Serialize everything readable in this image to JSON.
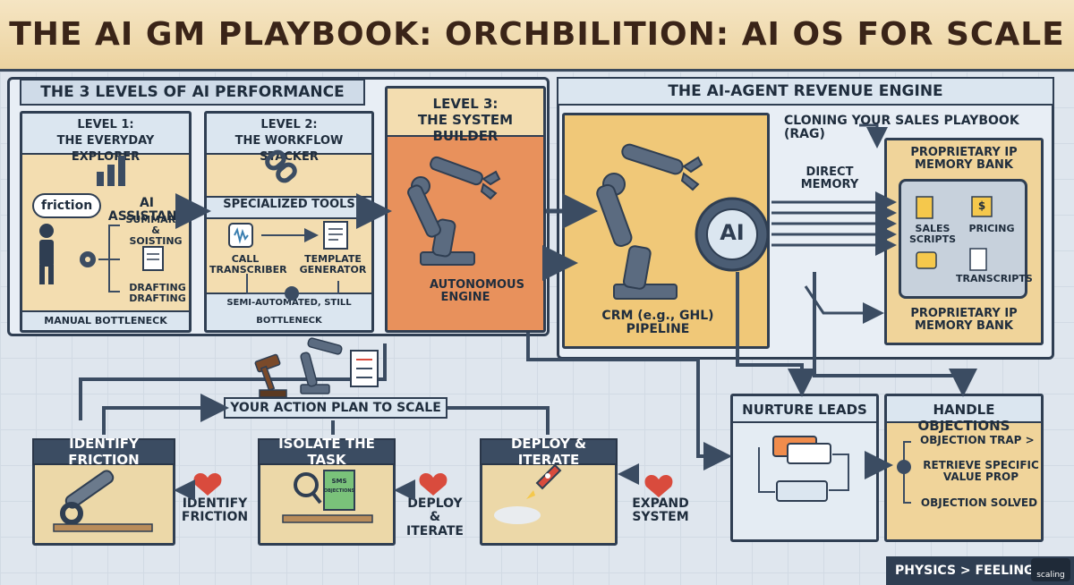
{
  "title": "THE AI GM PLAYBOOK: ORCHBILITION: AI OS FOR SCALE",
  "levels_section": {
    "header": "THE 3 LEVELS OF AI PERFORMANCE",
    "level1": {
      "title_line1": "LEVEL 1:",
      "title_line2": "THE EVERYDAY EXPLORER",
      "bubble": "friction",
      "assistant": "AI ASSISTANT",
      "summary": "SUMMARY/ & SOISTING",
      "drafting": "DRAFTING DRAFTING",
      "footer": "MANUAL BOTTLENECK"
    },
    "level2": {
      "title_line1": "LEVEL 2:",
      "title_line2": "THE WORKFLOW STACKER",
      "tools": "SPECIALIZED TOOLS",
      "call": "CALL TRANSCRIBER",
      "template": "TEMPLATE GENERATOR",
      "footer": "SEMI-AUTOMATED, STILL BOTTLENECK"
    },
    "level3": {
      "title_line1": "LEVEL 3:",
      "title_line2": "THE SYSTEM BUILDER",
      "engine": "AUTONOMOUS ENGINE"
    }
  },
  "revenue_engine": {
    "header": "THE AI-AGENT REVENUE ENGINE",
    "cloning": "CLONING YOUR SALES PLAYBOOK (RAG)",
    "direct_memory": "DIRECT MEMORY",
    "ai_badge": "AI",
    "crm": "CRM (e.g., GHL) PIPELINE",
    "ip_top": "PROPRIETARY IP MEMORY BANK",
    "ip_bottom": "PROPRIETARY IP MEMORY BANK",
    "vault": {
      "sales_scripts": "SALES SCRIPTS",
      "pricing": "PRICING",
      "pricing_icon": "$",
      "transcripts": "TRANSCRIPTS"
    }
  },
  "nurture": {
    "header": "NURTURE LEADS"
  },
  "objections": {
    "header": "HANDLE OBJECTIONS",
    "trap": "OBJECTION TRAP >",
    "retrieve": "RETRIEVE SPECIFIC VALUE PROP",
    "solved": "OBJECTION SOLVED"
  },
  "action_plan": {
    "header": "YOUR ACTION PLAN TO SCALE",
    "identify": {
      "header": "IDENTIFY FRICTION",
      "side": "IDENTIFY FRICTION"
    },
    "isolate": {
      "header": "ISOLATE THE TASK",
      "side": "DEPLOY & ITERATE",
      "sms_line1": "SMS",
      "sms_line2": "OBJECTIONS"
    },
    "deploy": {
      "header": "DEPLOY & ITERATE",
      "side": "EXPAND SYSTEM"
    }
  },
  "footer": {
    "tag": "PHYSICS > FEELINGS",
    "logo": "scaling"
  },
  "colors": {
    "navy": "#2f3e52",
    "tan": "#f3ddb0",
    "orange": "#e8915c",
    "light_blue": "#dbe6f0",
    "heart_red": "#d94b3d"
  }
}
